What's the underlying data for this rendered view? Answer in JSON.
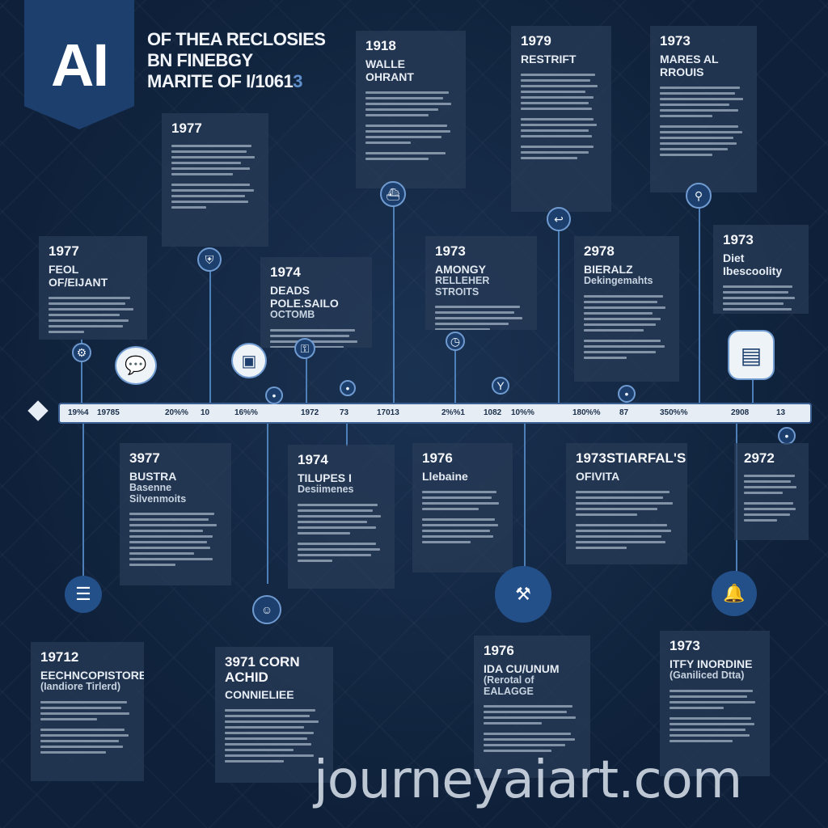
{
  "header": {
    "logo": "AI",
    "line1": "OF THEA RECLOSIES",
    "line2": "BN FINEBGY",
    "line3": "MARITE OF I/1061",
    "line3_accent": "3"
  },
  "timeline": {
    "ticks": [
      "19%4",
      "19785",
      "20%%",
      "10",
      "16%%",
      "1972",
      "73",
      "17013",
      "2%%1",
      "1082",
      "10%%",
      "180%%",
      "87",
      "350%%",
      "2908",
      "13"
    ]
  },
  "cards": {
    "c1977a": {
      "year": "1977",
      "title": "",
      "sub": ""
    },
    "c1918": {
      "year": "1918",
      "title": "WALLE OHRANT",
      "sub": ""
    },
    "c1979": {
      "year": "1979",
      "title": "RESTRIFT",
      "sub": ""
    },
    "c1973a": {
      "year": "1973",
      "title": "MARES AL RROUIS",
      "sub": ""
    },
    "c1977b": {
      "year": "1977",
      "title": "FEOL OF/EIJANT",
      "sub": ""
    },
    "c1974a": {
      "year": "1974",
      "title": "DEADS POLE.SAILO",
      "sub": "OCTOMB"
    },
    "c1973b": {
      "year": "1973",
      "title": "AMONGY",
      "sub": "RELLEHER STROITS"
    },
    "c2978": {
      "year": "2978",
      "title": "BIERALZ",
      "sub": "Dekingemahts"
    },
    "c1973c": {
      "year": "1973",
      "title": "Diet Ibescoolity",
      "sub": ""
    },
    "c3977": {
      "year": "3977",
      "title": "BUSTRA",
      "sub": "Basenne Silvenmoits"
    },
    "c1974b": {
      "year": "1974",
      "title": "TILUPES I",
      "sub": "Desiimenes"
    },
    "c1976a": {
      "year": "1976",
      "title": "Llebaine",
      "sub": ""
    },
    "c1973d": {
      "year": "1973STIARFAL'S",
      "title": "OFIVITA",
      "sub": ""
    },
    "c2972": {
      "year": "2972",
      "title": "",
      "sub": ""
    },
    "c19712": {
      "year": "19712",
      "title": "EECHNCOPISTORE",
      "sub": "(Iandiore Tirlerd)"
    },
    "c3971": {
      "year": "3971 CORN ACHID",
      "title": "CONNIELIEE",
      "sub": ""
    },
    "c1976b": {
      "year": "1976",
      "title": "IDA CU/UNUM",
      "sub": "(Rerotal of EALAGGE"
    },
    "c1973e": {
      "year": "1973",
      "title": "ITFY INORDINE",
      "sub": "(Ganiliced Dtta)"
    }
  },
  "icons": {
    "n1": "gear-icon",
    "n2": "chat-bubble-icon",
    "n3": "shield-icon",
    "n4": "chip-icon",
    "n5": "ship-icon",
    "n6": "wrench-icon",
    "n7": "drop-icon",
    "n8": "robot-icon",
    "n9": "hanger-icon",
    "n10": "document-icon",
    "n11": "robot-arm-icon",
    "n12": "bell-icon"
  },
  "watermark": "journeyaiart.com",
  "colors": {
    "background": "#0f213a",
    "accent": "#1d3f6e",
    "line": "#4d7fb8"
  }
}
